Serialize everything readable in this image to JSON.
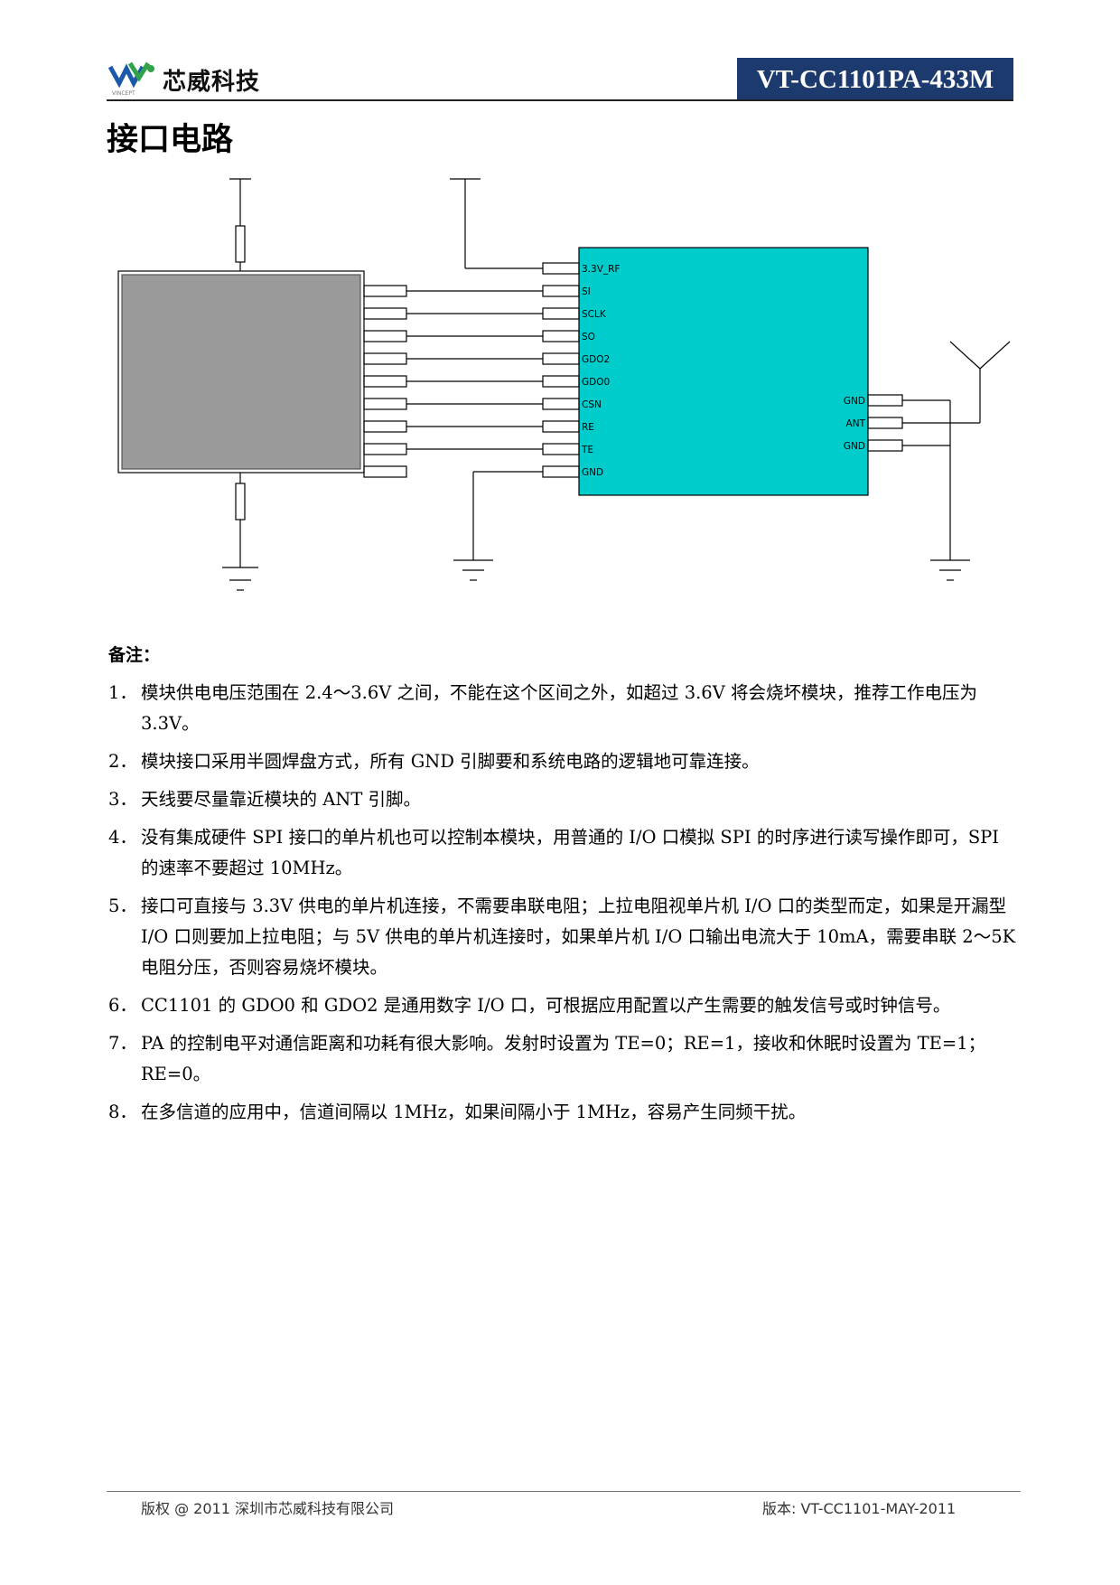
{
  "header": {
    "brand_name": "芯威科技",
    "logo_subtext": "VINCEPT",
    "model": "VT-CC1101PA-433M"
  },
  "section_title": "接口电路",
  "diagram": {
    "module_color": "#00cccc",
    "mcu_color": "#9a9a9a",
    "module_left_pins": [
      "3.3V_RF",
      "SI",
      "SCLK",
      "SO",
      "GDO2",
      "GDO0",
      "CSN",
      "RE",
      "TE",
      "GND"
    ],
    "module_right_pins": [
      "GND",
      "ANT",
      "GND"
    ]
  },
  "notes": {
    "title": "备注：",
    "items": [
      {
        "num": "1．",
        "text": "模块供电电压范围在 2.4～3.6V 之间，不能在这个区间之外，如超过 3.6V 将会烧坏模块，推荐工作电压为 3.3V。"
      },
      {
        "num": "2．",
        "text": "模块接口采用半圆焊盘方式，所有 GND 引脚要和系统电路的逻辑地可靠连接。"
      },
      {
        "num": "3．",
        "text": "天线要尽量靠近模块的 ANT 引脚。"
      },
      {
        "num": "4．",
        "text": "没有集成硬件 SPI 接口的单片机也可以控制本模块，用普通的 I/O 口模拟 SPI 的时序进行读写操作即可，SPI 的速率不要超过 10MHz。"
      },
      {
        "num": "5．",
        "text": "接口可直接与 3.3V 供电的单片机连接，不需要串联电阻；上拉电阻视单片机 I/O 口的类型而定，如果是开漏型 I/O 口则要加上拉电阻；与 5V 供电的单片机连接时，如果单片机 I/O 口输出电流大于 10mA，需要串联 2～5K 电阻分压，否则容易烧坏模块。"
      },
      {
        "num": "6．",
        "text": "CC1101 的 GDO0 和 GDO2 是通用数字 I/O 口，可根据应用配置以产生需要的触发信号或时钟信号。"
      },
      {
        "num": "7．",
        "text": "PA 的控制电平对通信距离和功耗有很大影响。发射时设置为 TE=0；RE=1，接收和休眠时设置为 TE=1；RE=0。"
      },
      {
        "num": "8．",
        "text": "在多信道的应用中，信道间隔以 1MHz，如果间隔小于 1MHz，容易产生同频干扰。"
      }
    ]
  },
  "footer": {
    "copyright": "版权 @ 2011 深圳市芯威科技有限公司",
    "version": "版本: VT-CC1101-MAY-2011"
  }
}
